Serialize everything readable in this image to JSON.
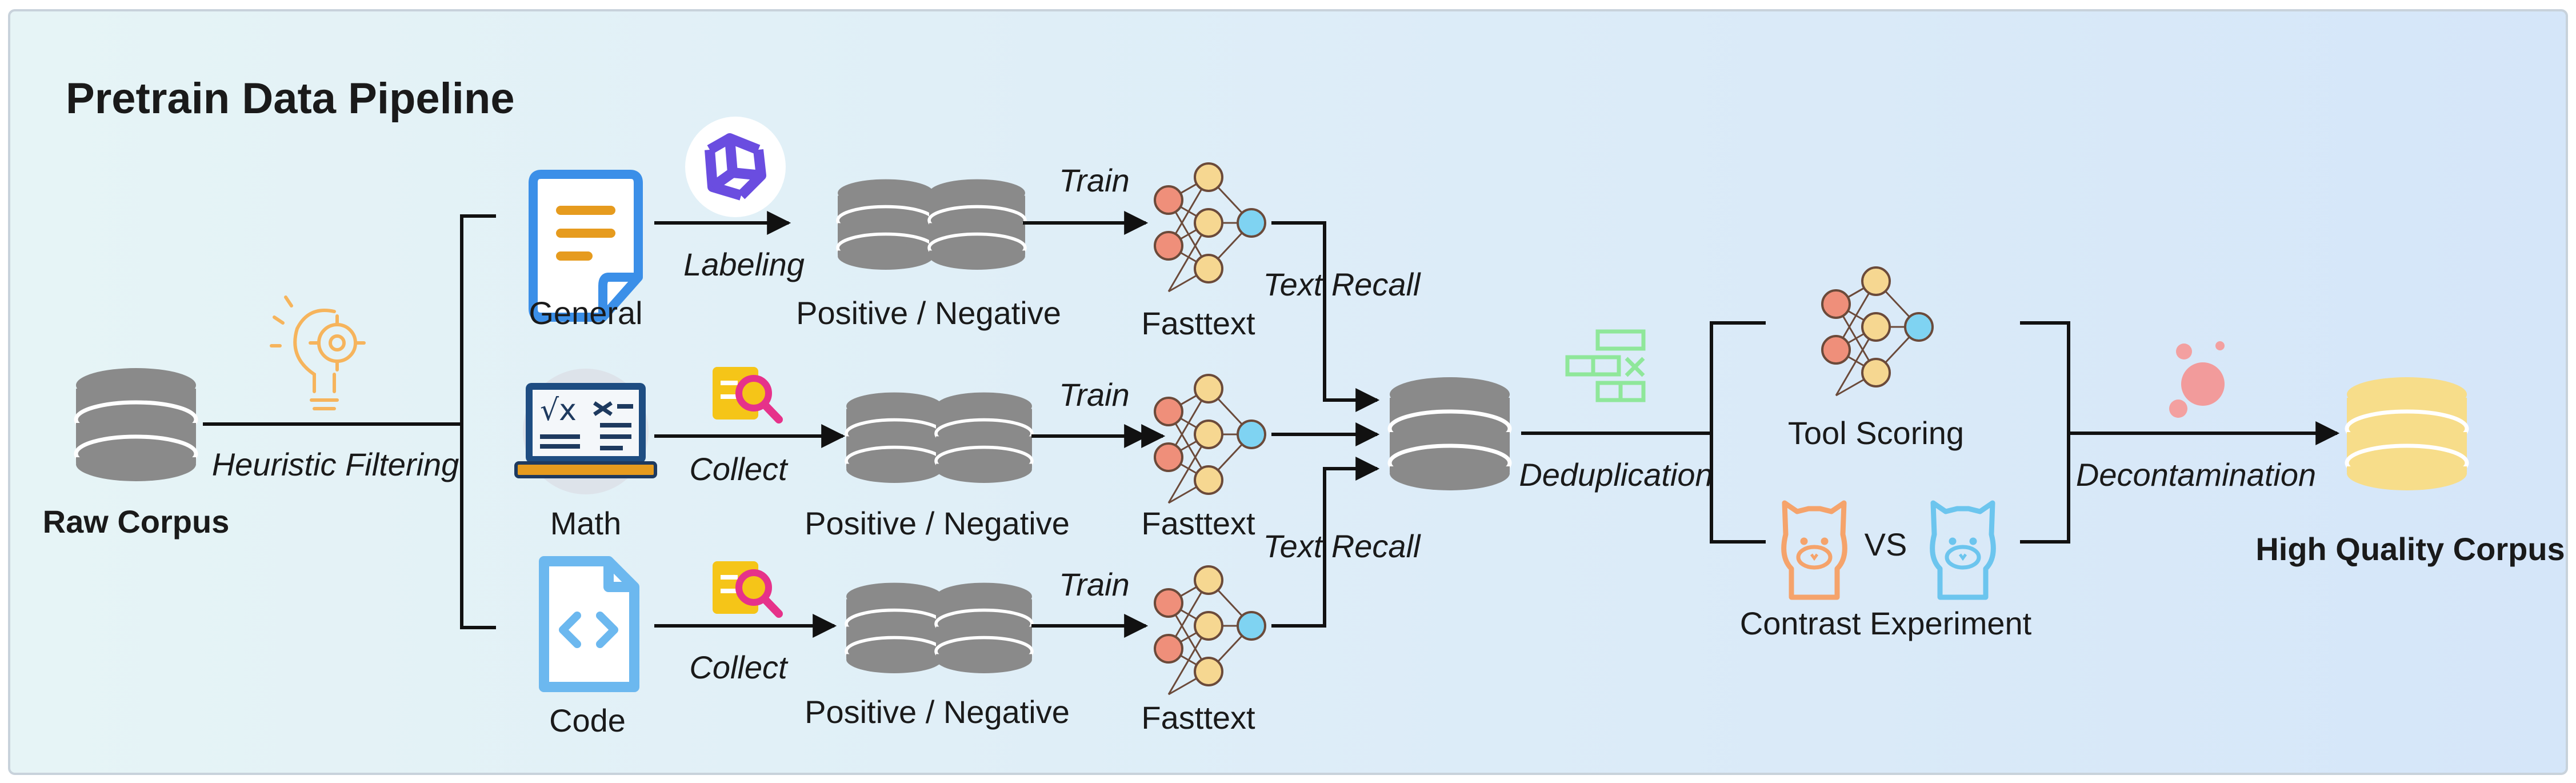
{
  "title": "Pretrain Data Pipeline",
  "nodes": {
    "raw_corpus": "Raw Corpus",
    "general": "General",
    "math": "Math",
    "code": "Code",
    "pos_neg": "Positive / Negative",
    "fasttext": "Fasttext",
    "tool_scoring": "Tool Scoring",
    "vs": "VS",
    "contrast_experiment": "Contrast Experiment",
    "high_quality_corpus": "High Quality Corpus"
  },
  "edges": {
    "heuristic_filtering": "Heuristic Filtering",
    "labeling": "Labeling",
    "collect": "Collect",
    "train": "Train",
    "text_recall": "Text Recall",
    "deduplication": "Deduplication",
    "decontamination": "Decontamination"
  },
  "colors": {
    "background_left": "#e6f4f6",
    "background_right": "#d5e6f9",
    "database": "#8a8a8a",
    "database_gold": "#f7dd8a",
    "doc_blue": "#3b8fe8",
    "doc_orange": "#e69b1e",
    "code_blue": "#6cb8ef",
    "magnifier_yellow": "#f5c518",
    "magnifier_pink": "#e6328a",
    "node_red": "#ef8f7a",
    "node_yellow": "#f6d791",
    "node_blue": "#7fd3f2",
    "green_table": "#8fe79a",
    "bulb_orange": "#f6b45c",
    "bubbles_pink": "#f3a0a0",
    "llama_orange": "#f5a36b",
    "llama_blue": "#6cc5ee"
  },
  "icons": [
    "lightbulb-gear-icon",
    "qwen-logo-icon",
    "document-icon",
    "math-laptop-icon",
    "code-file-icon",
    "magnifier-icon",
    "neural-net-icon",
    "database-icon",
    "dedup-table-icon",
    "bubbles-icon",
    "llama-icon"
  ]
}
